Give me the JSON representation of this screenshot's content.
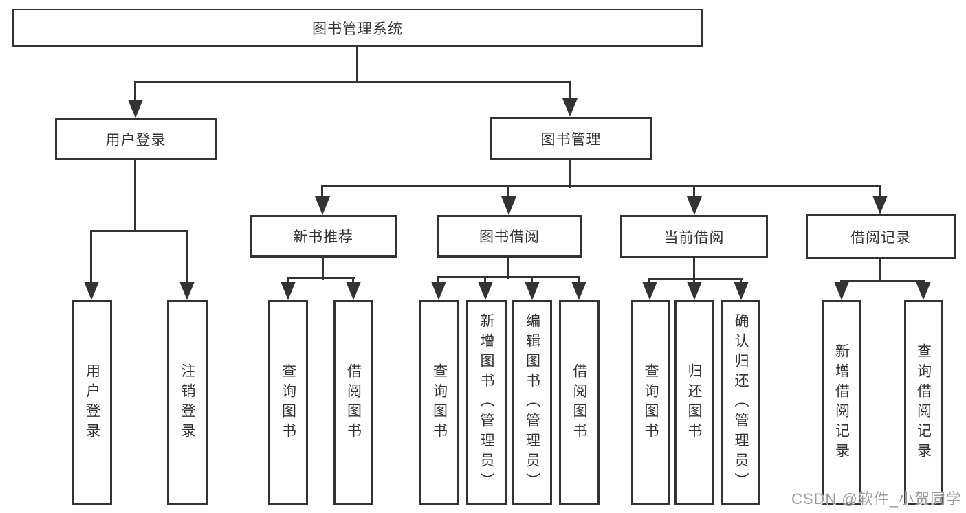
{
  "diagram": {
    "type": "hierarchy-tree",
    "colors": {
      "stroke": "#333333",
      "text": "#333333",
      "background": "#ffffff",
      "watermark_text_color": "#9c9c9c"
    },
    "tree": {
      "root": {
        "label": "图书管理系统",
        "children": [
          {
            "label": "用户登录",
            "children": [
              {
                "label": "用户登录"
              },
              {
                "label": "注销登录"
              }
            ]
          },
          {
            "label": "图书管理",
            "children": [
              {
                "label": "新书推荐",
                "children": [
                  {
                    "label": "查询图书"
                  },
                  {
                    "label": "借阅图书"
                  }
                ]
              },
              {
                "label": "图书借阅",
                "children": [
                  {
                    "label": "查询图书"
                  },
                  {
                    "label": "新增图书（管理员）"
                  },
                  {
                    "label": "编辑图书（管理员）"
                  },
                  {
                    "label": "借阅图书"
                  }
                ]
              },
              {
                "label": "当前借阅",
                "children": [
                  {
                    "label": "查询图书"
                  },
                  {
                    "label": "归还图书"
                  },
                  {
                    "label": "确认归还（管理员）"
                  }
                ]
              },
              {
                "label": "借阅记录",
                "children": [
                  {
                    "label": "新增借阅记录"
                  },
                  {
                    "label": "查询借阅记录"
                  }
                ]
              }
            ]
          }
        ]
      }
    },
    "watermark": {
      "text": "CSDN @软件_小贺同学"
    }
  }
}
